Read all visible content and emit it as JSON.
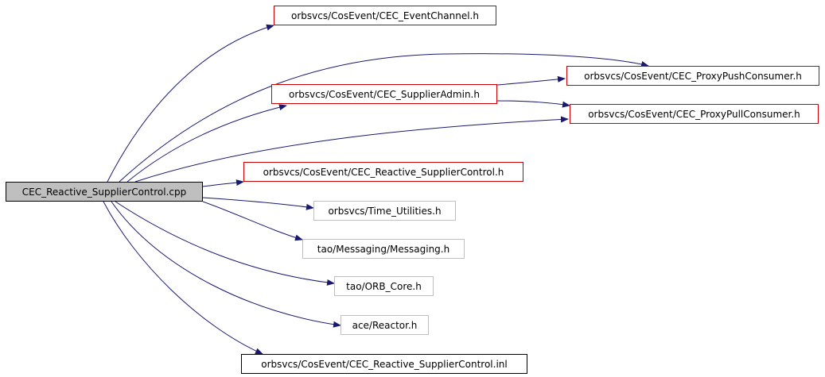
{
  "colors": {
    "edge": "#191970",
    "red_border": "#cc0000",
    "gray_border": "#bfbfbf",
    "root_fill": "#bfbfbf"
  },
  "nodes": {
    "root": "CEC_Reactive_SupplierControl.cpp",
    "event_channel": "orbsvcs/CosEvent/CEC_EventChannel.h",
    "proxy_push_consumer": "orbsvcs/CosEvent/CEC_ProxyPushConsumer.h",
    "supplier_admin": "orbsvcs/CosEvent/CEC_SupplierAdmin.h",
    "proxy_pull_consumer": "orbsvcs/CosEvent/CEC_ProxyPullConsumer.h",
    "reactive_supplier_control_h": "orbsvcs/CosEvent/CEC_Reactive_SupplierControl.h",
    "time_utilities": "orbsvcs/Time_Utilities.h",
    "messaging": "tao/Messaging/Messaging.h",
    "orb_core": "tao/ORB_Core.h",
    "reactor": "ace/Reactor.h",
    "reactive_supplier_control_inl": "orbsvcs/CosEvent/CEC_Reactive_SupplierControl.inl"
  }
}
